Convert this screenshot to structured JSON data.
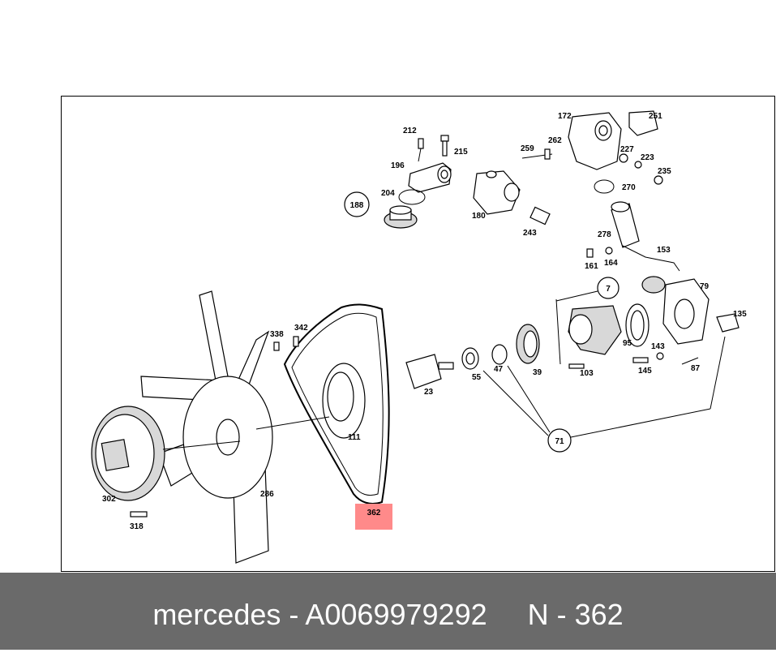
{
  "diagram": {
    "highlighted_part": "362",
    "callouts": {
      "c188": "188",
      "c7": "7",
      "c71": "71"
    },
    "labels": {
      "l212": "212",
      "l215": "215",
      "l196": "196",
      "l204": "204",
      "l172": "172",
      "l251": "251",
      "l262": "262",
      "l259": "259",
      "l227": "227",
      "l223": "223",
      "l235": "235",
      "l270": "270",
      "l180": "180",
      "l243": "243",
      "l278": "278",
      "l153": "153",
      "l161": "161",
      "l164": "164",
      "l79": "79",
      "l135": "135",
      "l95": "95",
      "l143": "143",
      "l145": "145",
      "l87": "87",
      "l103": "103",
      "l39": "39",
      "l47": "47",
      "l55": "55",
      "l23": "23",
      "l111": "111",
      "l342": "342",
      "l338": "338",
      "l302": "302",
      "l318": "318",
      "l286": "286"
    }
  },
  "footer": {
    "text": "mercedes - A0069979292     N - 362"
  }
}
